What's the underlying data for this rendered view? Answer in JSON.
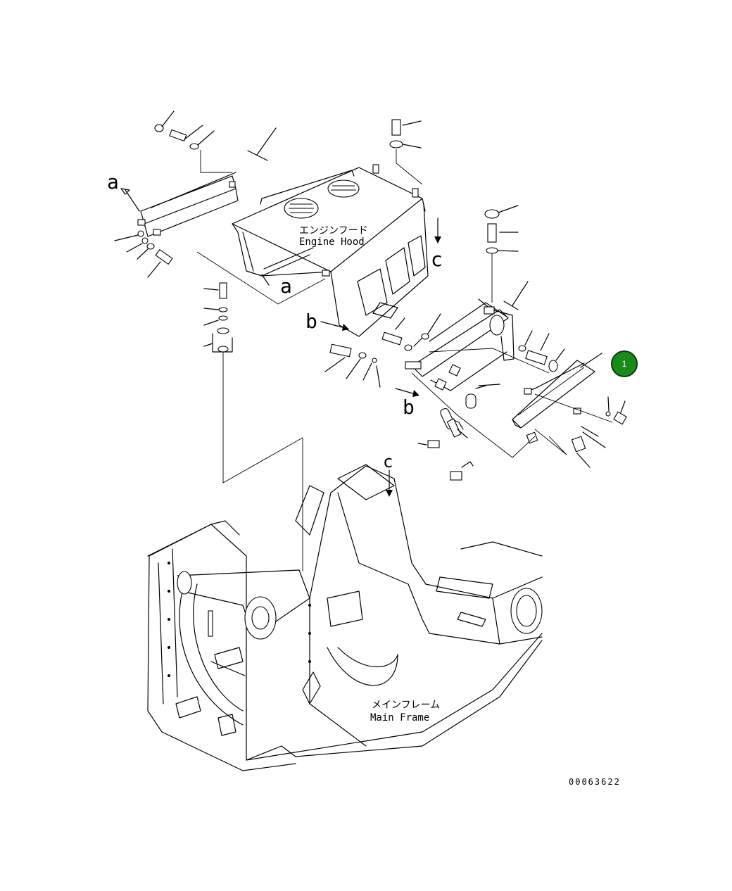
{
  "labels": {
    "engine_hood_jp": "エンジンフード",
    "engine_hood_en": "Engine Hood",
    "main_frame_jp": "メインフレーム",
    "main_frame_en": "Main Frame",
    "view_a_1": "a",
    "view_a_2": "a",
    "view_b_1": "b",
    "view_b_2": "b",
    "view_c_1": "c",
    "view_c_2": "c",
    "drawing_number": "00063622"
  },
  "callout": {
    "number": "1",
    "color": "#1a8a1a",
    "ring": "#0a3d0a"
  }
}
